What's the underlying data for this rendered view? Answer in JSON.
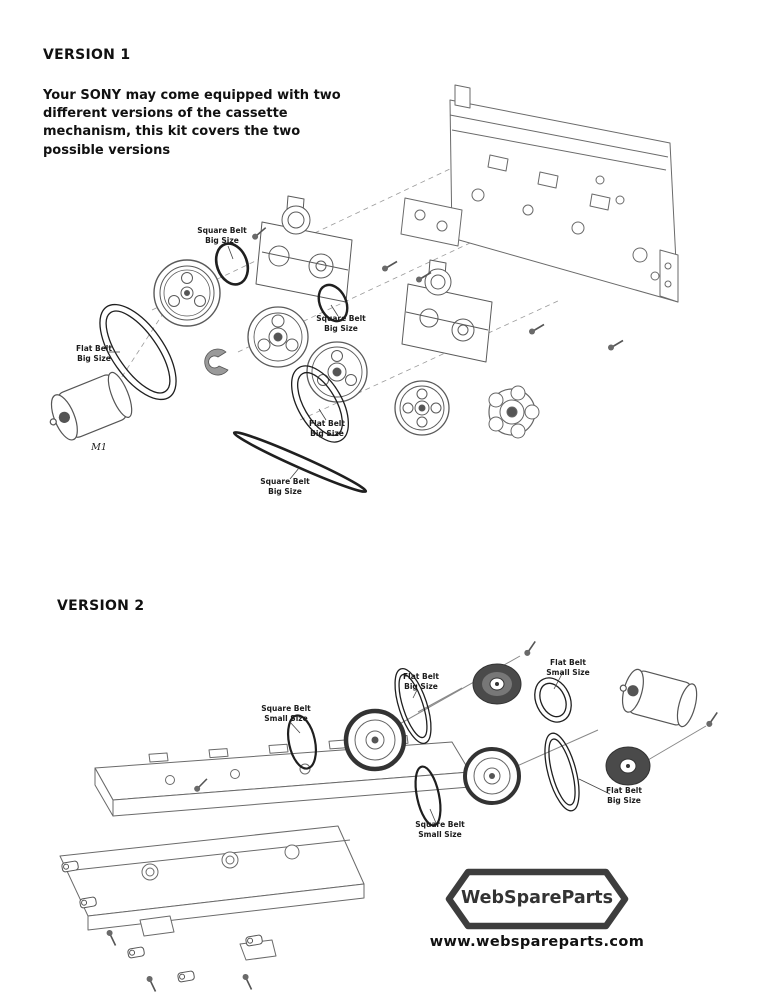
{
  "version1": {
    "title": "VERSION 1",
    "description": "Your SONY may come equipped with two different versions of the cassette mechanism, this kit covers the two possible versions",
    "motor_label": "M1",
    "labels": [
      {
        "text": "Square Belt\nBig Size"
      },
      {
        "text": "Flat Belt\nBig Size"
      },
      {
        "text": "Square Belt\nBig Size"
      },
      {
        "text": "Flat Belt\nBig Size"
      },
      {
        "text": "Square Belt\nBig Size"
      }
    ]
  },
  "version2": {
    "title": "VERSION 2",
    "labels": [
      {
        "text": "Square Belt\nSmall Size"
      },
      {
        "text": "Flat Belt\nBig Size"
      },
      {
        "text": "Flat Belt\nSmall Size"
      },
      {
        "text": "Flat Belt\nBig Size"
      },
      {
        "text": "Square Belt\nSmall Size"
      }
    ]
  },
  "branding": {
    "logo_text": "WebSpareParts",
    "website": "www.webspareparts.com"
  },
  "colors": {
    "ink": "#1a1a1a",
    "diagram_stroke": "#5a5a5a",
    "belt": "#1f1f1f",
    "logo": "#3d3d3d"
  }
}
